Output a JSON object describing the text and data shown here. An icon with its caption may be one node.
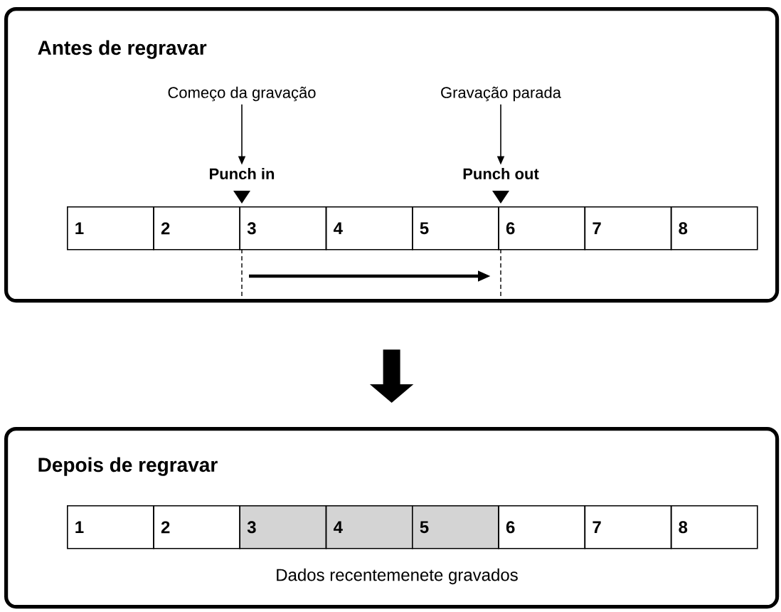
{
  "diagram": {
    "nodes": [
      {
        "text": [
          "Antes de regravar"
        ]
      },
      {
        "text": [
          "Começo da gravação"
        ],
        "in": 0
      },
      {
        "text": [
          "Gravação parada"
        ],
        "in": 0
      },
      {
        "text": [
          "Punch in"
        ],
        "in": 0
      },
      {
        "text": [
          "Punch out"
        ],
        "in": 0
      },
      {
        "text": [
          "1"
        ],
        "in": 0
      },
      {
        "text": [
          "2"
        ],
        "in": 0
      },
      {
        "text": [
          "3"
        ],
        "in": 0
      },
      {
        "text": [
          "4"
        ],
        "in": 0
      },
      {
        "text": [
          "5"
        ],
        "in": 0
      },
      {
        "text": [
          "6"
        ],
        "in": 0
      },
      {
        "text": [
          "7"
        ],
        "in": 0
      },
      {
        "text": [
          "8"
        ],
        "in": 0
      },
      {
        "text": [
          "Depois de regravar"
        ]
      },
      {
        "text": [
          "1"
        ],
        "in": 13
      },
      {
        "text": [
          "2"
        ],
        "in": 13
      },
      {
        "text": [
          "3"
        ],
        "in": 13
      },
      {
        "text": [
          "4"
        ],
        "in": 13
      },
      {
        "text": [
          "5"
        ],
        "in": 13
      },
      {
        "text": [
          "6"
        ],
        "in": 13
      },
      {
        "text": [
          "7"
        ],
        "in": 13
      },
      {
        "text": [
          "8"
        ],
        "in": 13
      }
    ],
    "edges": [
      {
        "from": 1,
        "to": 3,
        "arrow": "to"
      },
      {
        "from": 2,
        "to": 4,
        "arrow": "to"
      },
      {
        "from": 0,
        "to": 13,
        "arrow": "to",
        "style": "thick"
      }
    ],
    "labels": [
      "Dados recentemenete gravados"
    ]
  }
}
